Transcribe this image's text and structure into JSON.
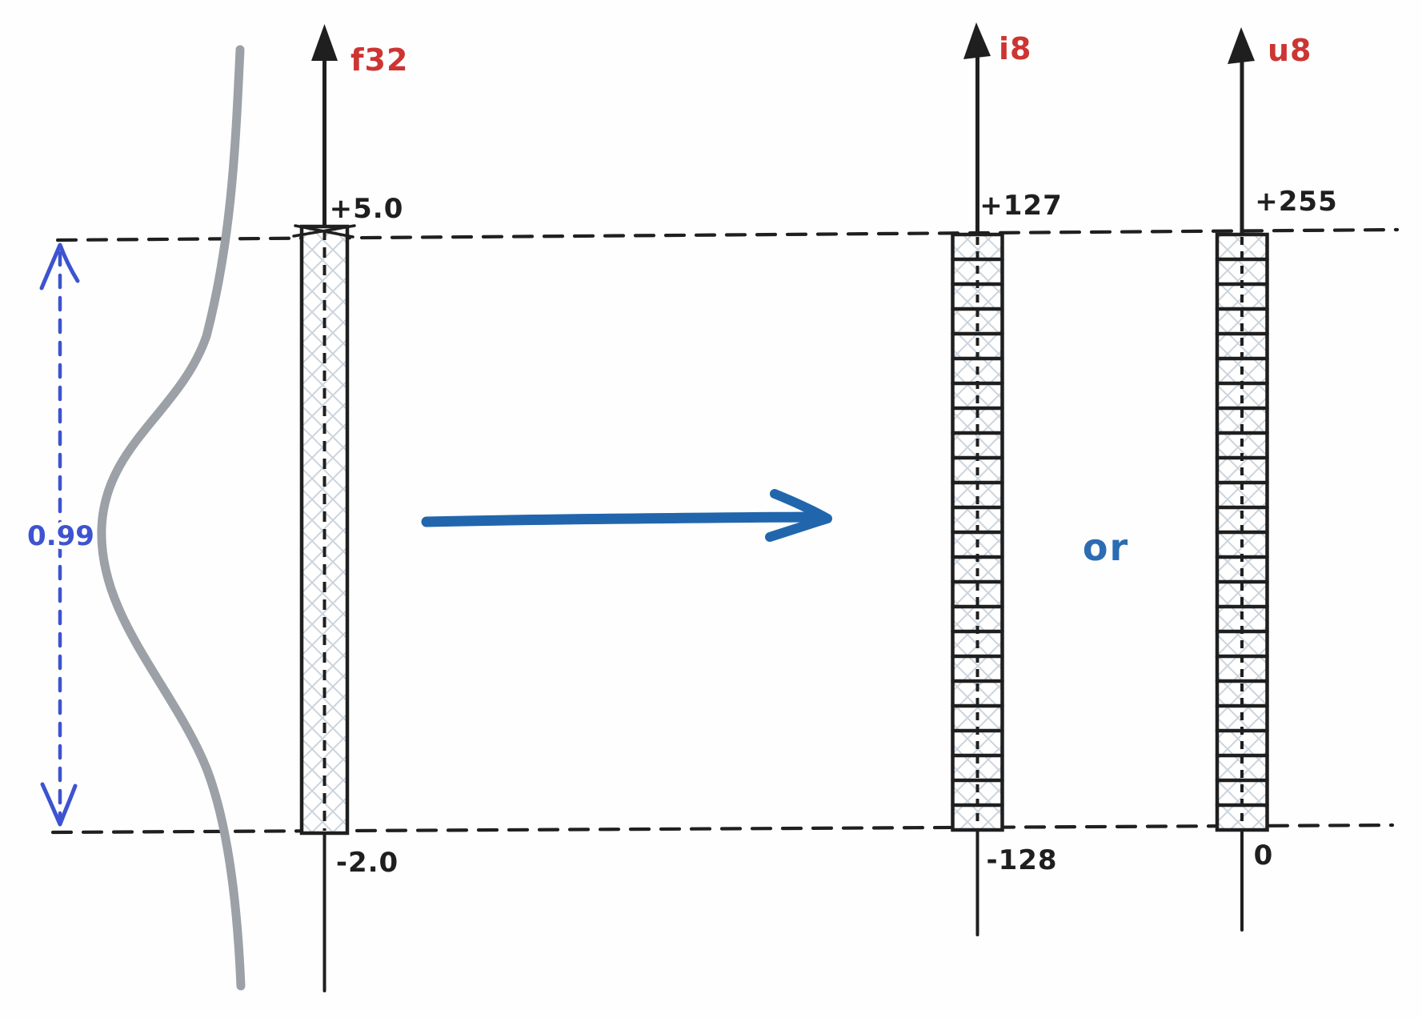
{
  "figure": {
    "coverage_label": "0.99",
    "or_label": "or"
  },
  "colors": {
    "sketch_black": "#1f1f1f",
    "label_red": "#cc3532",
    "annotation_blue": "#3d53d0",
    "arrow_blue": "#2166ad",
    "curve_gray": "#9ba1a6",
    "hatch_gray": "#ccd4dc"
  },
  "axes": [
    {
      "name": "f32",
      "max_label": "+5.0",
      "min_label": "-2.0"
    },
    {
      "name": "i8",
      "max_label": "+127",
      "min_label": "-128"
    },
    {
      "name": "u8",
      "max_label": "+255",
      "min_label": "0"
    }
  ],
  "bars": {
    "i8": {
      "cells": 24
    },
    "u8": {
      "cells": 24
    }
  }
}
